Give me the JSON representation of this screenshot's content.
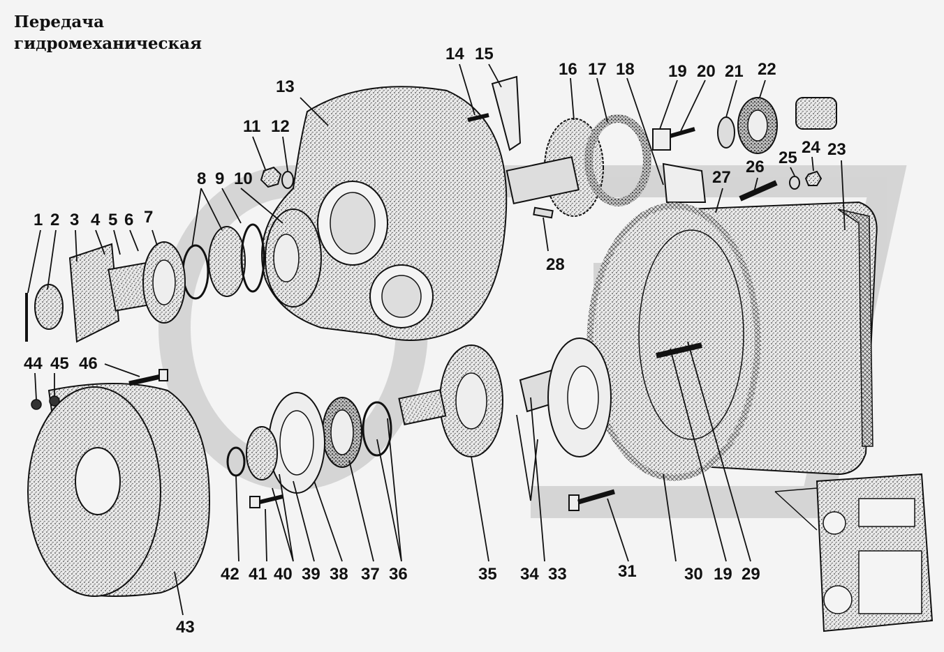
{
  "title": {
    "line1": "Передача",
    "line2": "гидромеханическая"
  },
  "callouts": [
    "1",
    "2",
    "3",
    "4",
    "5",
    "6",
    "7",
    "8",
    "9",
    "10",
    "11",
    "12",
    "13",
    "14",
    "15",
    "16",
    "17",
    "18",
    "19",
    "20",
    "21",
    "22",
    "23",
    "24",
    "25",
    "26",
    "27",
    "28",
    "29",
    "30",
    "31",
    "33",
    "34",
    "35",
    "36",
    "37",
    "38",
    "39",
    "40",
    "41",
    "42",
    "43",
    "44",
    "45",
    "46"
  ],
  "callout_19_lower": "19",
  "colors": {
    "background": "#f4f4f4",
    "ink": "#111111",
    "stipple": "#555555",
    "watermark": "#cfcfcf"
  }
}
